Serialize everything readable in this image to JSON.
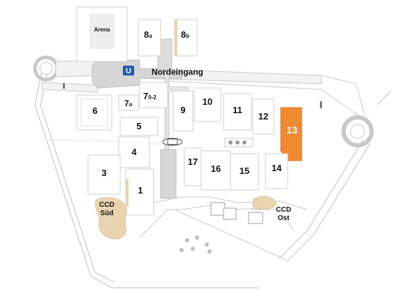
{
  "colors": {
    "background": "#ffffff",
    "road": "#f2f2f2",
    "road_edge": "#c8c8c8",
    "building": "#ffffff",
    "building_edge": "#cfcfcf",
    "shadow": "#e2e2e2",
    "plaza": "#d6d6d6",
    "highlight": "#f08a31",
    "highlight_text": "#ffffff",
    "sand": "#e9d4b0",
    "icon_blue": "#1f5aa8"
  },
  "map": {
    "arena": {
      "label": "Arena"
    },
    "entrance": {
      "label": "Nordeingang",
      "icon": "u-bahn-icon"
    },
    "halls": {
      "h1": "1",
      "h3": "3",
      "h4": "4",
      "h5": "5",
      "h6": "6",
      "h7": "7",
      "h7_sub": "0-2",
      "h7a": "7",
      "h7a_sub": "a",
      "h8a": "8",
      "h8a_sub": "a",
      "h8b": "8",
      "h8b_sub": "b",
      "h9": "9",
      "h10": "10",
      "h11": "11",
      "h12": "12",
      "h13": "13",
      "h14": "14",
      "h15": "15",
      "h16": "16",
      "h17": "17"
    },
    "ccd_sued": {
      "line1": "CCD",
      "line2": "Süd"
    },
    "ccd_ost": {
      "line1": "CCD",
      "line2": "Ost"
    },
    "highlighted_hall": "13"
  }
}
